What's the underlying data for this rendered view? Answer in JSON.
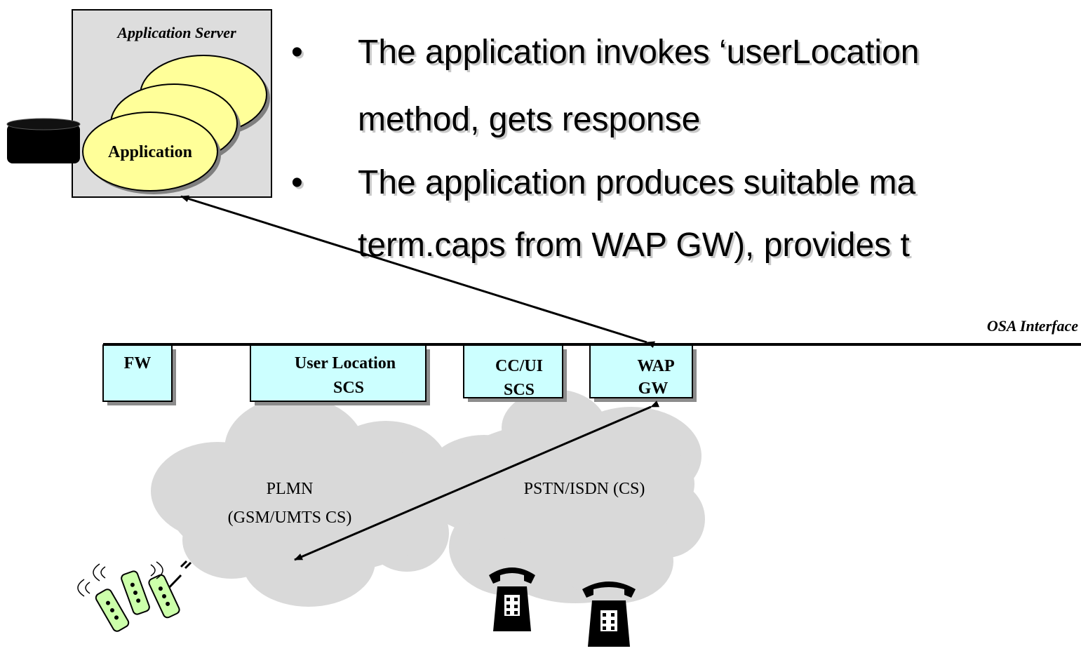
{
  "app_server": {
    "title": "Application Server",
    "app_label": "Application"
  },
  "bullets": [
    {
      "line1": "The application invokes ‘userLocation",
      "line2": "method, gets response"
    },
    {
      "line1": "The application produces suitable ma",
      "line2": "term.caps from WAP GW), provides t"
    }
  ],
  "interface_label": "OSA Interface",
  "scs_boxes": [
    {
      "line1": "FW",
      "line2": ""
    },
    {
      "line1": "User Location",
      "line2": "SCS"
    },
    {
      "line1": "CC/UI",
      "line2": "SCS"
    },
    {
      "line1": "WAP",
      "line2": "GW"
    }
  ],
  "networks": {
    "plmn_line1": "PLMN",
    "plmn_line2": "(GSM/UMTS CS)",
    "pstn": "PSTN/ISDN (CS)"
  },
  "colors": {
    "box_fill": "#ccffff",
    "server_fill": "#dddddd",
    "ellipse_fill": "#ffff99",
    "cloud_fill": "#d9d9d9"
  },
  "icons": [
    "database-icon",
    "mobile-phones-icon",
    "telephone-icon",
    "telephone-icon"
  ]
}
